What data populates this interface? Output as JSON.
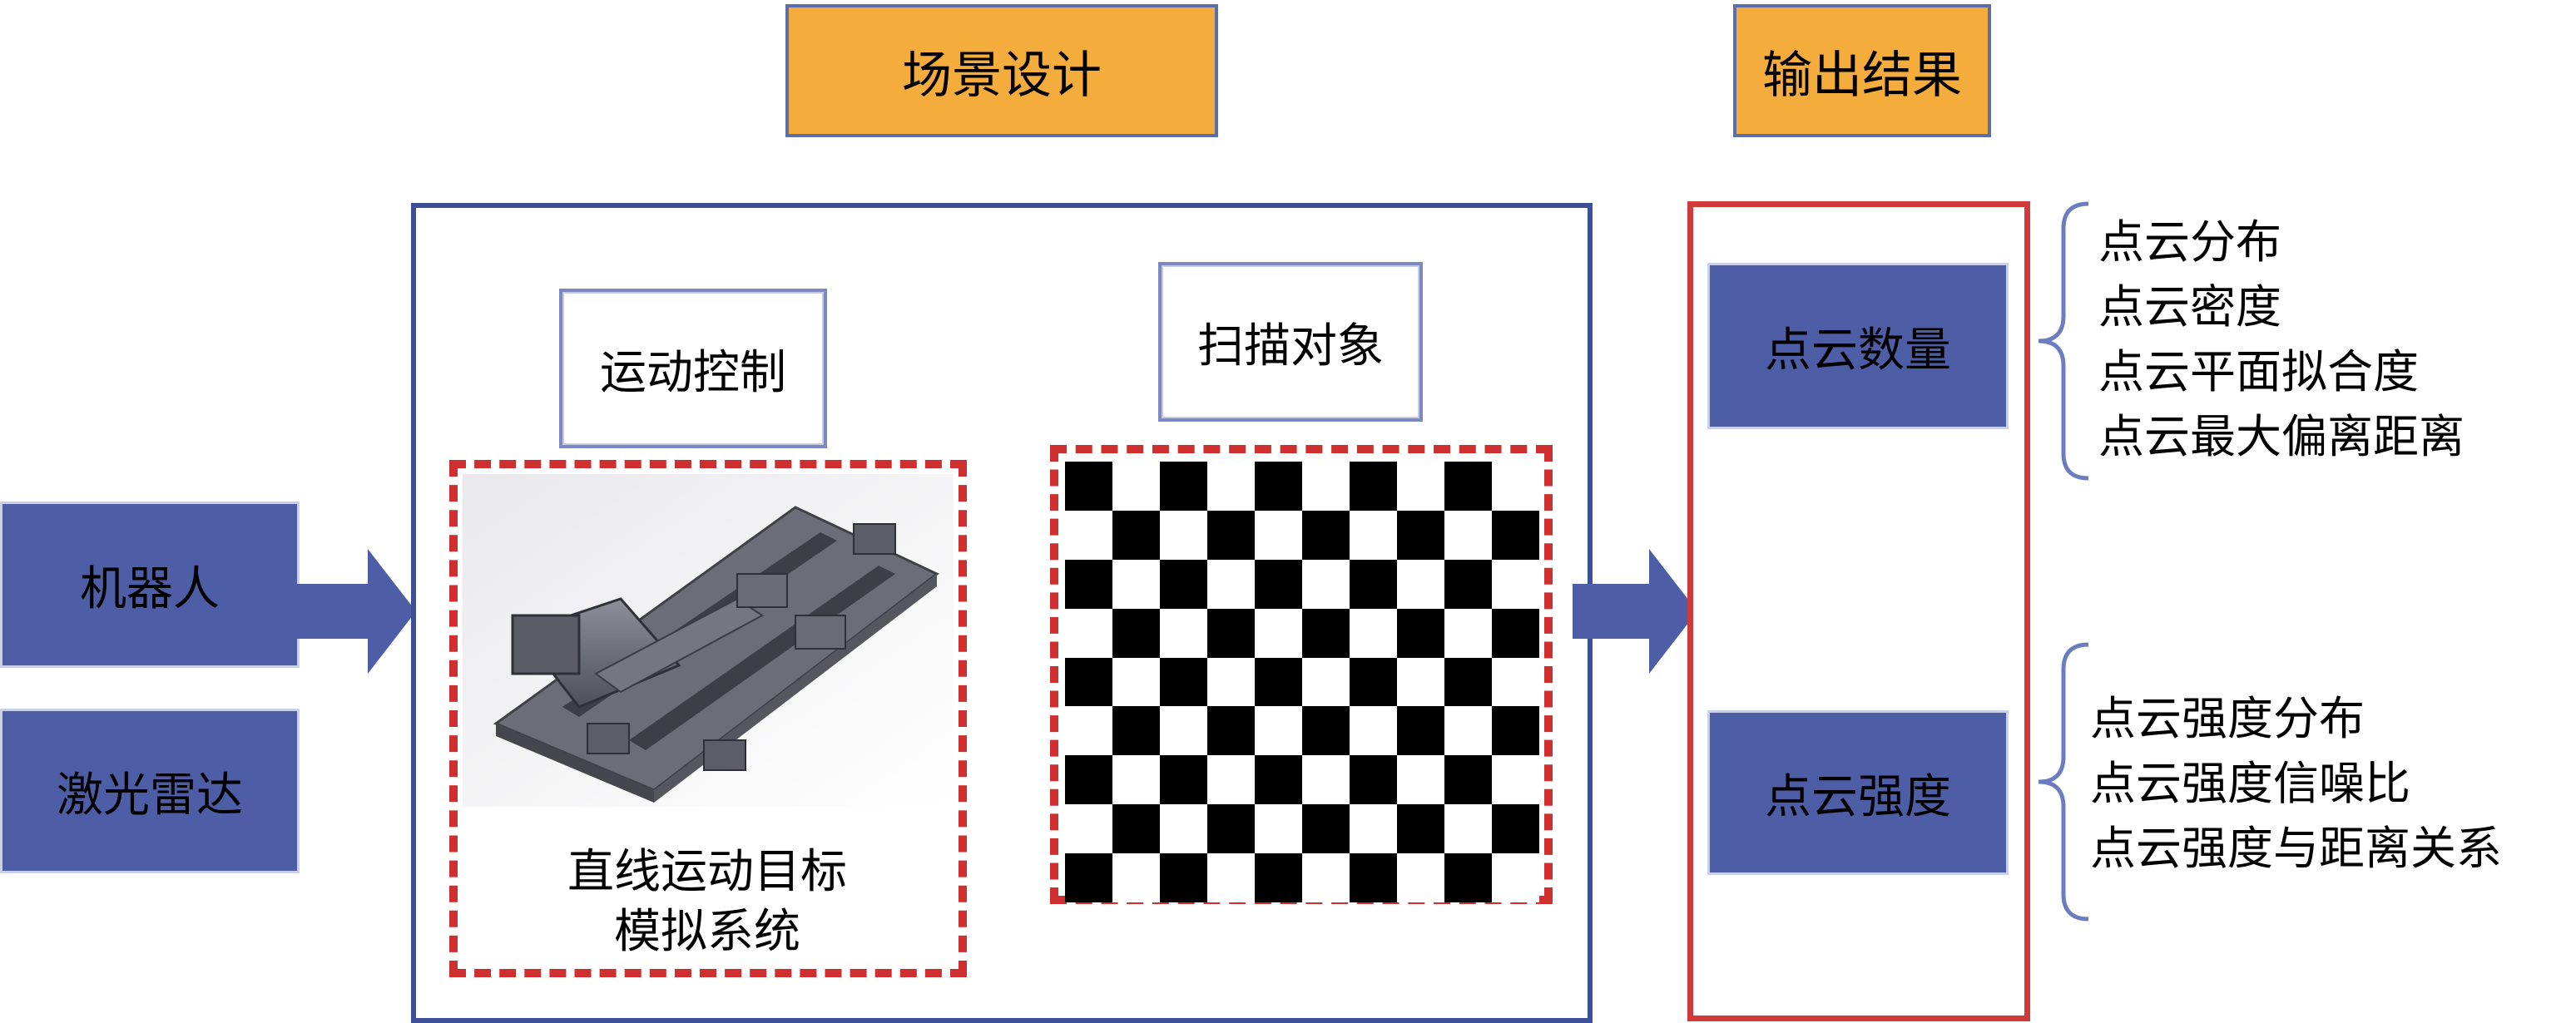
{
  "headers": {
    "scene_design": "场景设计",
    "output_results": "输出结果"
  },
  "inputs": {
    "robot": "机器人",
    "lidar": "激光雷达"
  },
  "scene": {
    "motion_control": "运动控制",
    "scan_object": "扫描对象",
    "target_system_line1": "直线运动目标",
    "target_system_line2": "模拟系统"
  },
  "outputs": {
    "point_count": "点云数量",
    "point_intensity": "点云强度"
  },
  "count_metrics": [
    "点云分布",
    "点云密度",
    "点云平面拟合度",
    "点云最大偏离距离"
  ],
  "intensity_metrics": [
    "点云强度分布",
    "点云强度信噪比",
    "点云强度与距离关系"
  ],
  "colors": {
    "header_fill": "#f4ad3c",
    "box_fill": "#4d5ea6",
    "frame_blue": "#3e4f99",
    "frame_red": "#d13a3a",
    "arrow": "#4d5ea6"
  }
}
